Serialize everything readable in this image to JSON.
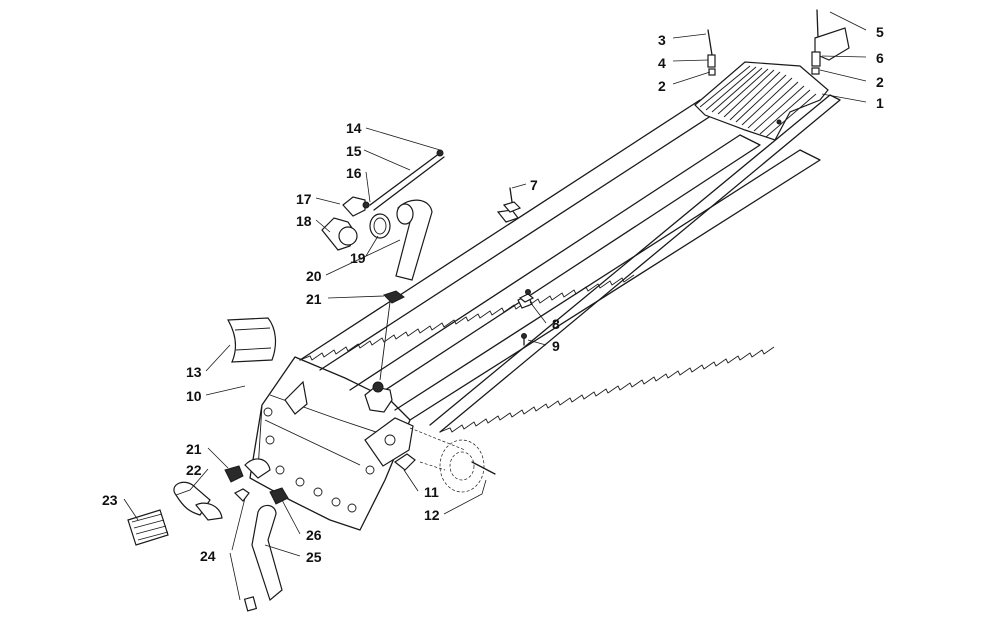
{
  "callouts": {
    "c1": "1",
    "c2a": "2",
    "c2b": "2",
    "c3": "3",
    "c4": "4",
    "c5": "5",
    "c6": "6",
    "c7": "7",
    "c8": "8",
    "c9": "9",
    "c10": "10",
    "c11": "11",
    "c12": "12",
    "c13": "13",
    "c14": "14",
    "c15": "15",
    "c16": "16",
    "c17": "17",
    "c18": "18",
    "c19": "19",
    "c20": "20",
    "c21a": "21",
    "c21b": "21",
    "c22": "22",
    "c23": "23",
    "c24": "24",
    "c25": "25",
    "c26": "26"
  }
}
